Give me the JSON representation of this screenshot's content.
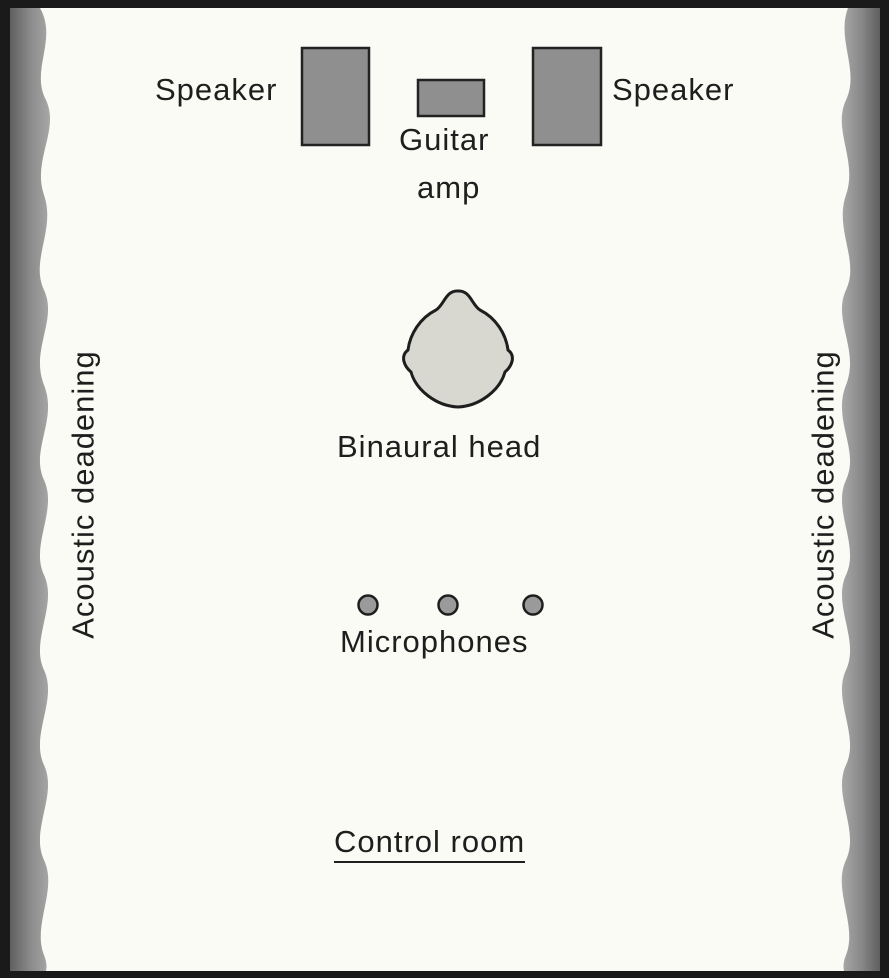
{
  "diagram": {
    "labels": {
      "speaker_left": "Speaker",
      "speaker_right": "Speaker",
      "guitar_amp_line1": "Guitar",
      "guitar_amp_line2": "amp",
      "binaural_head": "Binaural head",
      "microphones": "Microphones",
      "control_room": "Control room",
      "acoustic_left": "Acoustic deadening",
      "acoustic_right": "Acoustic deadening"
    },
    "microphone_count": 3
  }
}
